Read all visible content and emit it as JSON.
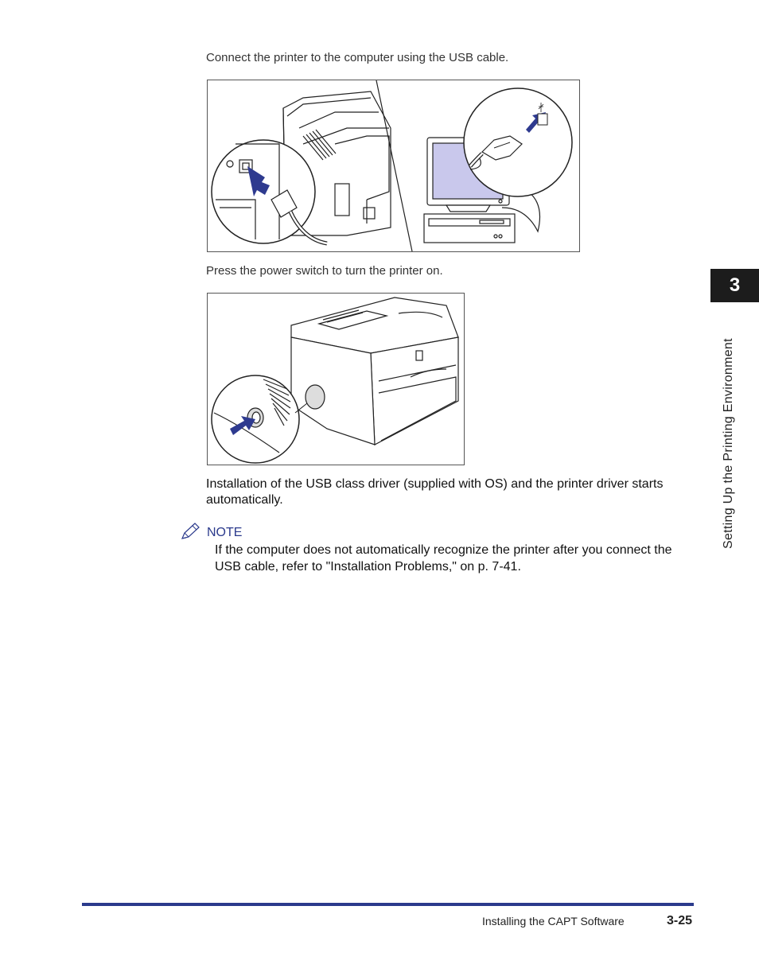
{
  "steps": {
    "connect_usb": "Connect the printer to the computer using the USB cable.",
    "power_on": "Press the power switch to turn the printer on."
  },
  "body": {
    "install_text": "Installation of the USB class driver (supplied with OS) and the printer driver starts automatically."
  },
  "note": {
    "label": "NOTE",
    "text": "If the computer does not automatically recognize the printer after you connect the USB cable, refer to \"Installation Problems,\" on p. 7-41."
  },
  "sidebar": {
    "chapter_number": "3",
    "chapter_title": "Setting Up the Printing Environment"
  },
  "footer": {
    "section_title": "Installing the CAPT Software",
    "page_number": "3-25"
  },
  "colors": {
    "accent": "#2b3a8c",
    "arrow": "#2e3a8f",
    "screen": "#c9c8ec"
  }
}
